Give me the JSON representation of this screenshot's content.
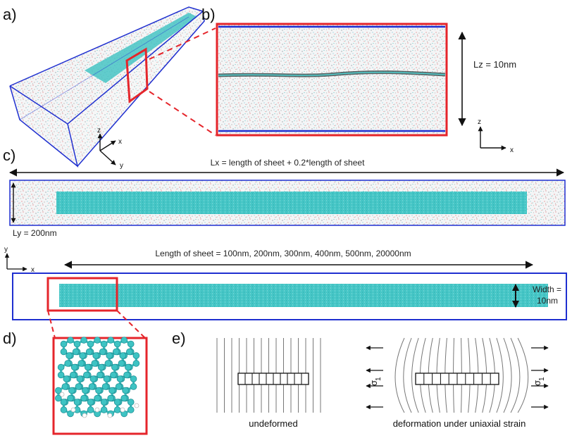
{
  "panels": {
    "a": {
      "label": "a)",
      "axes": {
        "z": "z",
        "x": "x",
        "y": "y"
      }
    },
    "b": {
      "label": "b)",
      "dimension": "Lz = 10nm",
      "axes": {
        "z": "z",
        "x": "x"
      }
    },
    "c": {
      "label": "c)",
      "lx": "Lx = length of sheet + 0.2*length of sheet",
      "ly": "Ly = 200nm",
      "axes": {
        "y": "y",
        "x": "x"
      },
      "sheet_length": "Length of sheet = 100nm, 200nm, 300nm, 400nm, 500nm, 20000nm",
      "width_line1": "Width =",
      "width_line2": "10nm"
    },
    "d": {
      "label": "d)"
    },
    "e": {
      "label": "e)",
      "caption_left": "undeformed",
      "caption_right": "deformation under uniaxial strain",
      "sigma": "σ",
      "sigma_sub": "1"
    }
  },
  "colors": {
    "box": "#1f2fd0",
    "highlight": "#e5252b",
    "sheet": "#3ec3c3",
    "hydrogen": "#ffffff",
    "arrow": "#111111"
  }
}
